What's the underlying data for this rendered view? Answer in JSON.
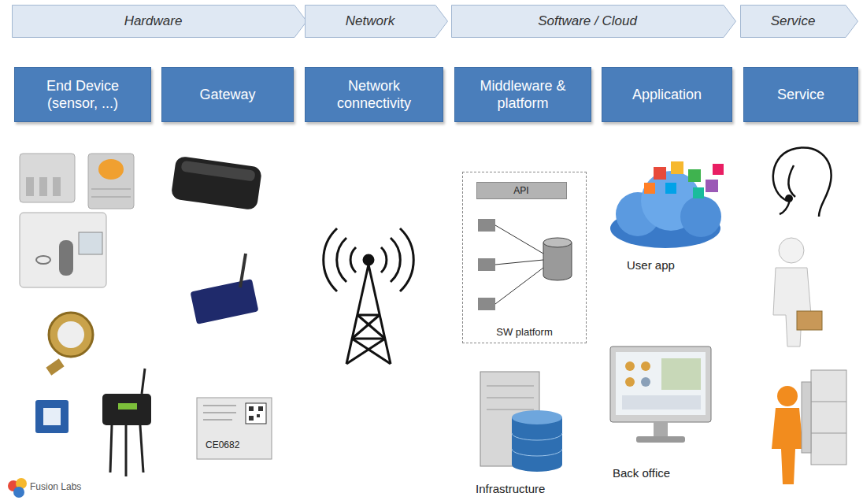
{
  "diagram": {
    "nodes": [
      {
        "text": [
          "Hardware"
        ]
      },
      {
        "text": [
          "Network"
        ]
      },
      {
        "text": [
          "Software / Cloud"
        ]
      },
      {
        "text": [
          "Service"
        ]
      },
      {
        "text": [
          "End Device (sensor, ...)"
        ]
      },
      {
        "text": [
          "Gateway"
        ]
      },
      {
        "text": [
          "Network connectivity"
        ]
      },
      {
        "text": [
          "Middleware & platform"
        ]
      },
      {
        "text": [
          "Application"
        ]
      },
      {
        "text": [
          "Service"
        ]
      },
      {
        "text": [
          "SW platform"
        ]
      },
      {
        "text": [
          "API"
        ],
        "in": 10
      }
    ],
    "edges": [],
    "labels": [
      "User app",
      "Infrastructure",
      "Back office",
      "CE0682",
      "Fusion Labs"
    ]
  }
}
